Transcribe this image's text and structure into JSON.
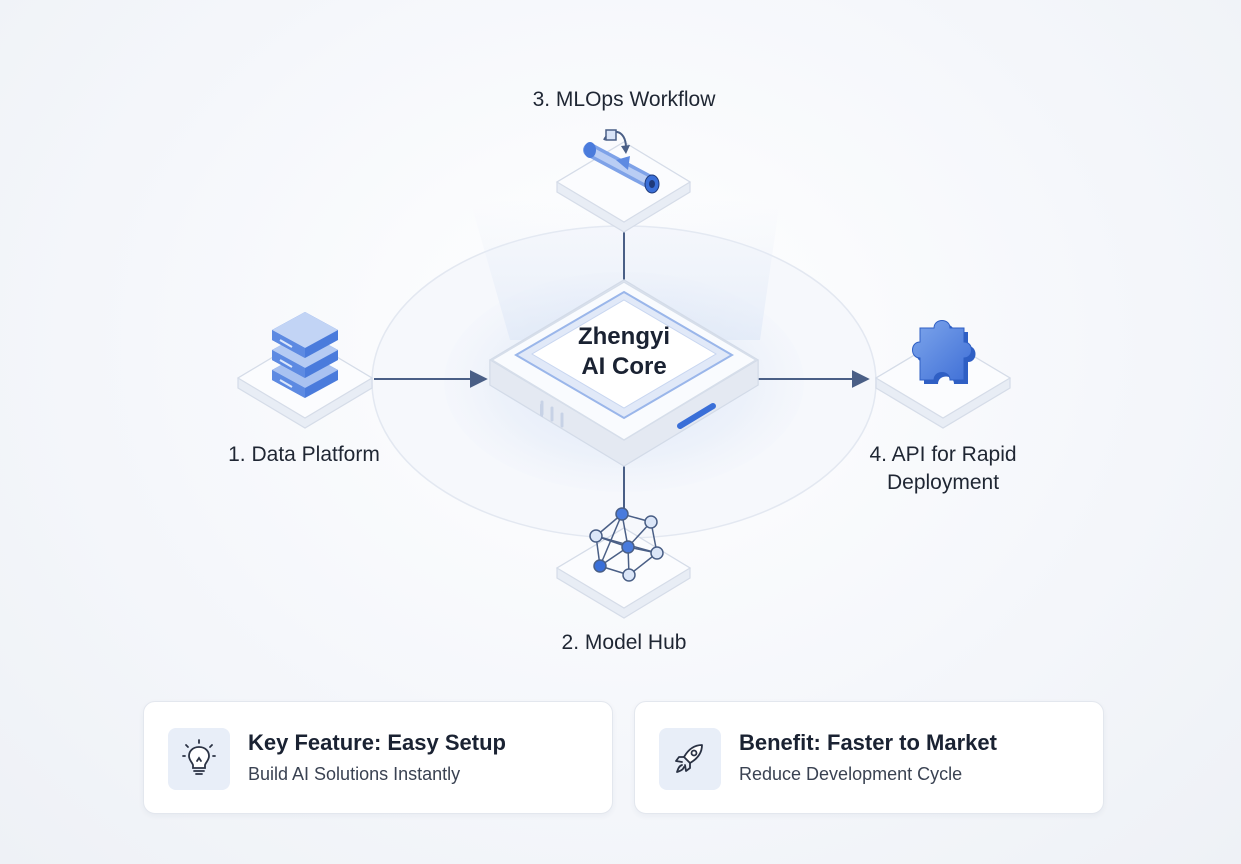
{
  "core": {
    "line1": "Zhengyi",
    "line2": "AI Core"
  },
  "nodes": {
    "data_platform": "1. Data Platform",
    "model_hub": "2. Model Hub",
    "mlops": "3. MLOps Workflow",
    "api_line1": "4. API for Rapid",
    "api_line2": "Deployment"
  },
  "cards": [
    {
      "title": "Key Feature: Easy Setup",
      "subtitle": "Build AI Solutions Instantly",
      "icon": "lightbulb-icon"
    },
    {
      "title": "Benefit: Faster to Market",
      "subtitle": "Reduce Development Cycle",
      "icon": "rocket-icon"
    }
  ],
  "colors": {
    "accent": "#3a6fd8",
    "line": "#4a5f86",
    "soft": "#d9e4f7"
  }
}
